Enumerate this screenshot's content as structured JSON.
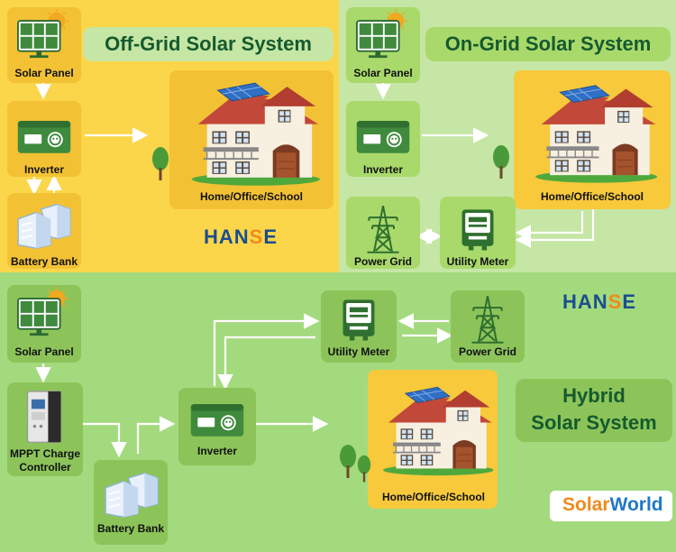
{
  "colors": {
    "offgrid_bg": "#fbd64a",
    "ongrid_bg": "#bde39a",
    "hybrid_bg": "#9fd97a",
    "green_box": "#a9d96b",
    "yellow_box": "#f7c93b",
    "title_box": "#bfe3a8",
    "arrow": "#ffffff",
    "brand_blue": "#1b4e8f",
    "brand_orange": "#f08a1c"
  },
  "offgrid": {
    "title": "Off-Grid Solar System",
    "solar_panel": "Solar Panel",
    "inverter": "Inverter",
    "battery": "Battery Bank",
    "home": "Home/Office/School",
    "brand_a": "HAN",
    "brand_b": "S",
    "brand_c": "E"
  },
  "ongrid": {
    "title": "On-Grid Solar System",
    "solar_panel": "Solar Panel",
    "inverter": "Inverter",
    "home": "Home/Office/School",
    "power_grid": "Power Grid",
    "utility_meter": "Utility Meter"
  },
  "hybrid": {
    "title_line1": "Hybrid",
    "title_line2": "Solar System",
    "solar_panel": "Solar Panel",
    "mppt_line1": "MPPT Charge",
    "mppt_line2": "Controller",
    "battery": "Battery Bank",
    "inverter": "Inverter",
    "utility_meter": "Utility Meter",
    "power_grid": "Power Grid",
    "home": "Home/Office/School",
    "brand_a": "HAN",
    "brand_b": "S",
    "brand_c": "E"
  },
  "solarworld": {
    "part1": "Solar",
    "part2": "World"
  },
  "icons": [
    "sun-icon",
    "solar-panel-icon",
    "inverter-icon",
    "battery-icon",
    "house-icon",
    "tree-icon",
    "power-tower-icon",
    "utility-meter-icon",
    "mppt-controller-icon"
  ]
}
